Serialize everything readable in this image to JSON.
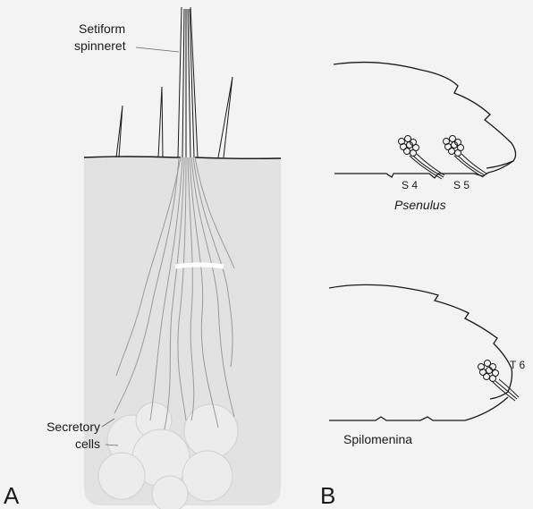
{
  "panel_a": {
    "letter": "A",
    "spinneret_label_line1": "Setiform",
    "spinneret_label_line2": "spinneret",
    "secretory_label_line1": "Secretory",
    "secretory_label_line2": "cells"
  },
  "panel_b": {
    "letter": "B",
    "top_taxon": "Psenulus",
    "top_segment_left": "S 4",
    "top_segment_right": "S 5",
    "bottom_taxon": "Spilomenina",
    "bottom_segment": "T 6"
  },
  "colors": {
    "background": "#f3f3f3",
    "tissue": "#e4e4e4",
    "line": "#1a1a1a"
  }
}
